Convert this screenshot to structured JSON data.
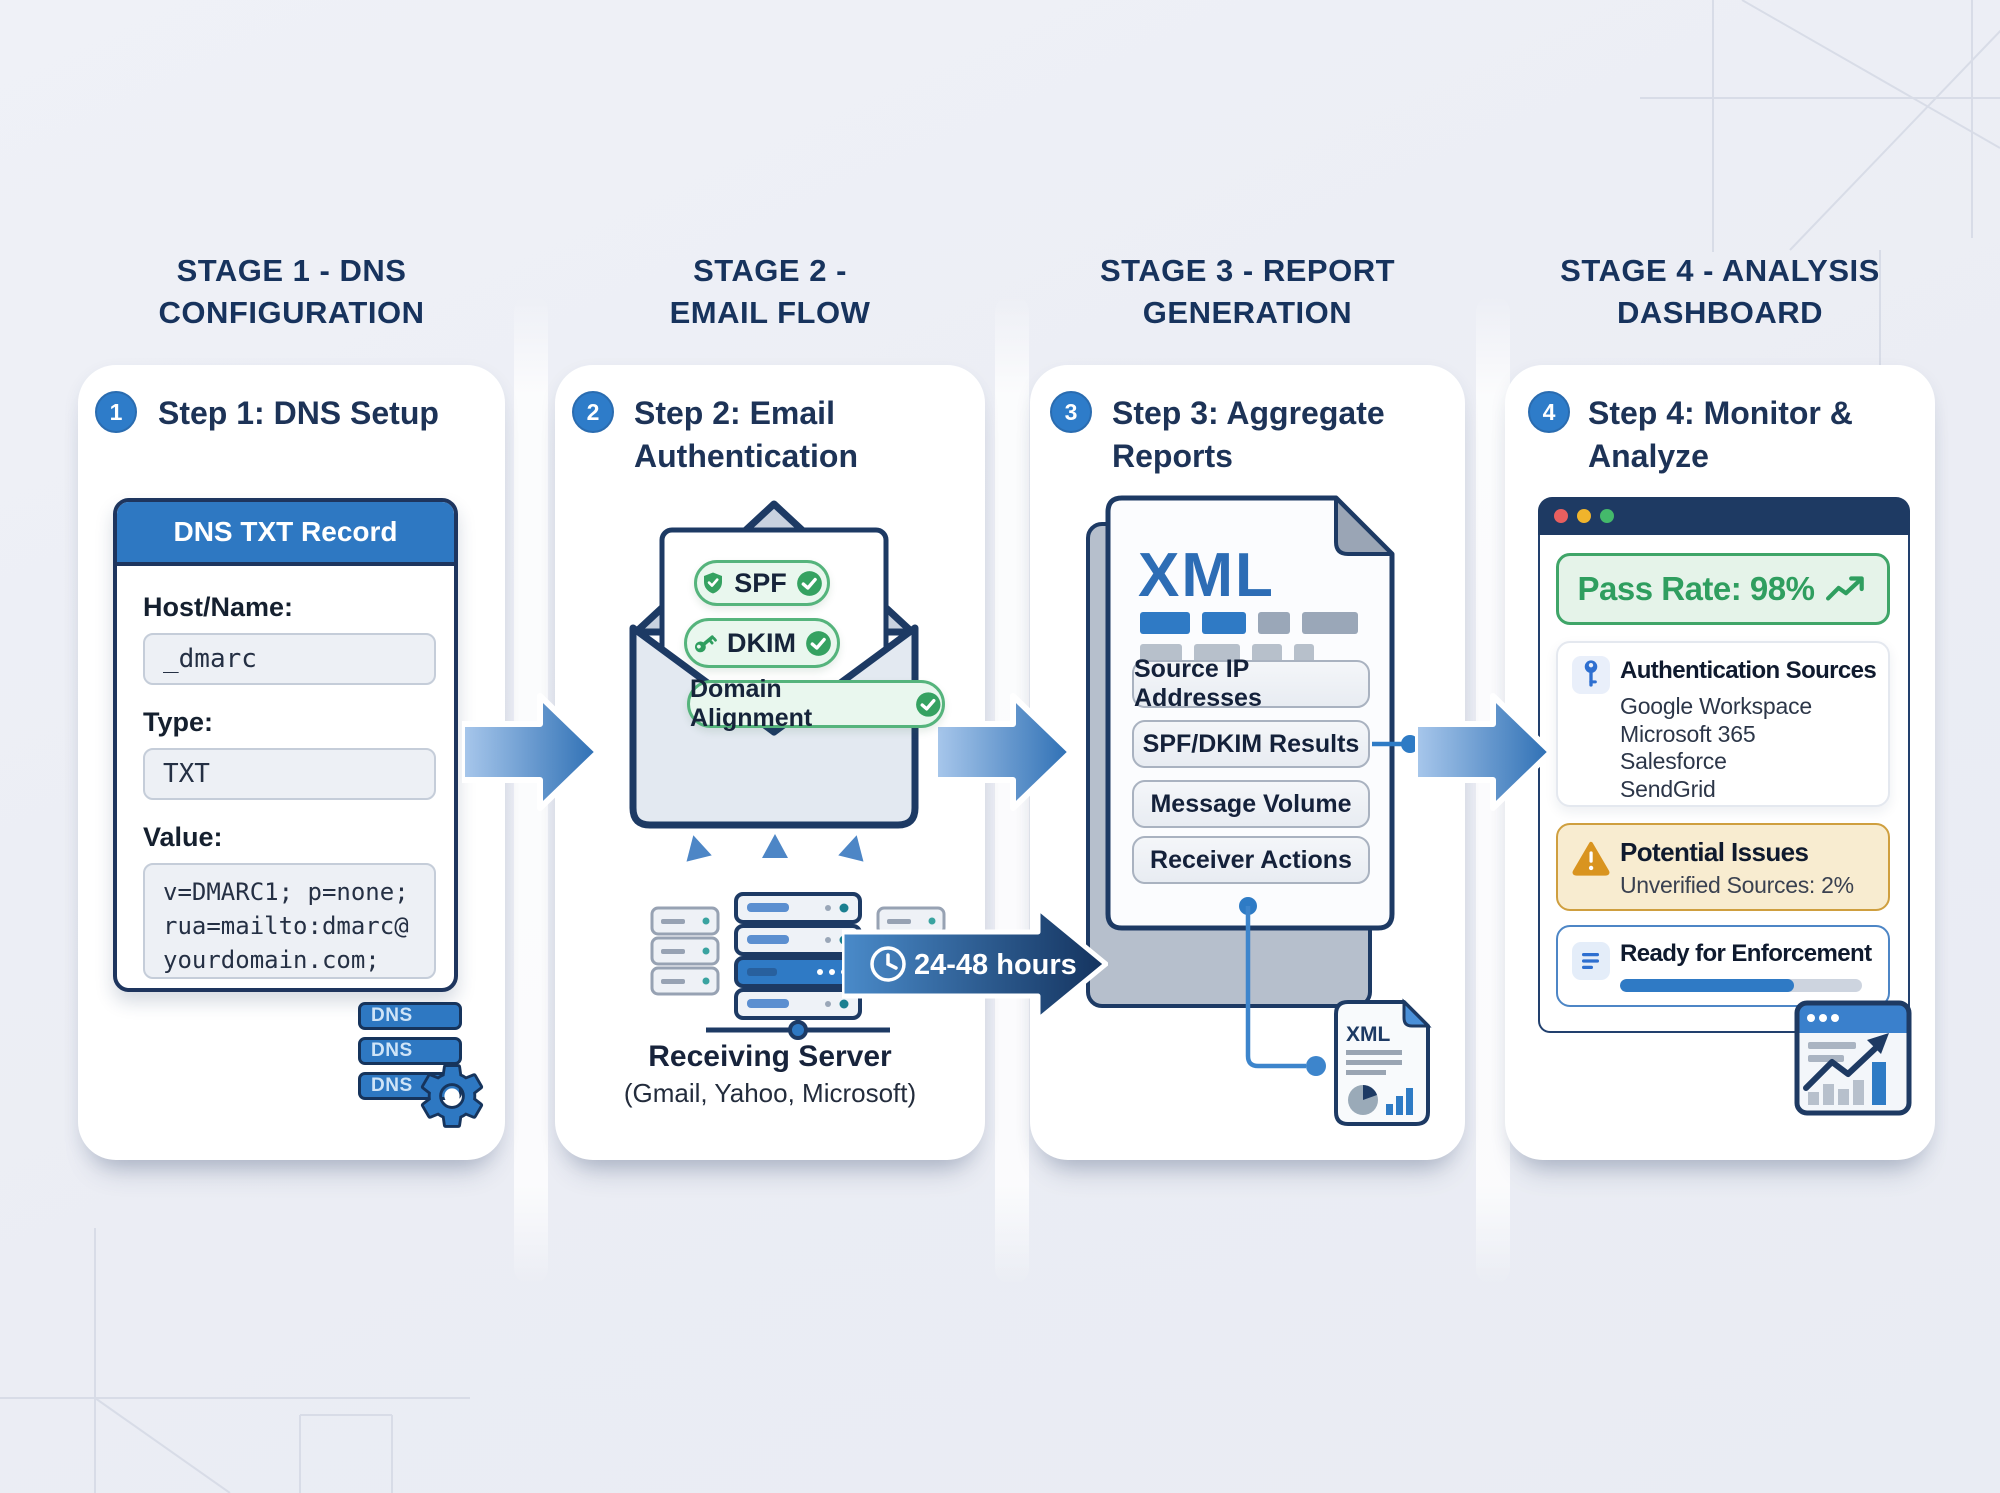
{
  "palette": {
    "background": "#edeff4",
    "navy": "#1d3357",
    "accent_blue": "#2e78c2",
    "green": "#2f9e5f",
    "green_badge_bg": "#e9f7ee",
    "amber": "#d9941f",
    "amber_bg": "#f8ecd0",
    "window_bar": "#1e3a63",
    "traffic_red": "#e85f5f",
    "traffic_yellow": "#f0b42c",
    "traffic_green": "#44b96b"
  },
  "stages": [
    {
      "number": "1",
      "title_line1": "STAGE 1 - DNS",
      "title_line2": "CONFIGURATION",
      "step_heading": "Step 1: DNS Setup",
      "dns_panel": {
        "title": "DNS TXT Record",
        "fields": [
          {
            "label": "Host/Name:",
            "value": "_dmarc"
          },
          {
            "label": "Type:",
            "value": "TXT"
          },
          {
            "label": "Value:",
            "value": "v=DMARC1; p=none;\nrua=mailto:dmarc@\nyourdomain.com;"
          }
        ]
      },
      "dns_stack": [
        "DNS",
        "DNS",
        "DNS"
      ]
    },
    {
      "number": "2",
      "title_line1": "STAGE 2 -",
      "title_line2": "EMAIL FLOW",
      "step_heading": "Step 2: Email Authentication",
      "auth_badges": [
        {
          "label": "SPF"
        },
        {
          "label": "DKIM"
        },
        {
          "label": "Domain Alignment"
        }
      ],
      "server_caption": "Receiving Server",
      "server_subcaption": "(Gmail, Yahoo, Microsoft)",
      "delay_label": "24-48 hours"
    },
    {
      "number": "3",
      "title_line1": "STAGE 3 - REPORT",
      "title_line2": "GENERATION",
      "step_heading": "Step 3: Aggregate Reports",
      "document_title": "XML",
      "report_fields": [
        "Source IP Addresses",
        "SPF/DKIM Results",
        "Message Volume",
        "Receiver Actions"
      ],
      "file_icon_label": "XML"
    },
    {
      "number": "4",
      "title_line1": "STAGE 4 - ANALYSIS",
      "title_line2": "DASHBOARD",
      "step_heading": "Step 4: Monitor & Analyze",
      "dashboard": {
        "pass_rate": "Pass Rate: 98%",
        "auth_sources_title": "Authentication Sources",
        "auth_sources": [
          "Google Workspace",
          "Microsoft 365",
          "Salesforce",
          "SendGrid"
        ],
        "issues_title": "Potential Issues",
        "issues_detail": "Unverified Sources: 2%",
        "enforcement_title": "Ready for Enforcement",
        "enforcement_progress_pct": 72
      }
    }
  ]
}
